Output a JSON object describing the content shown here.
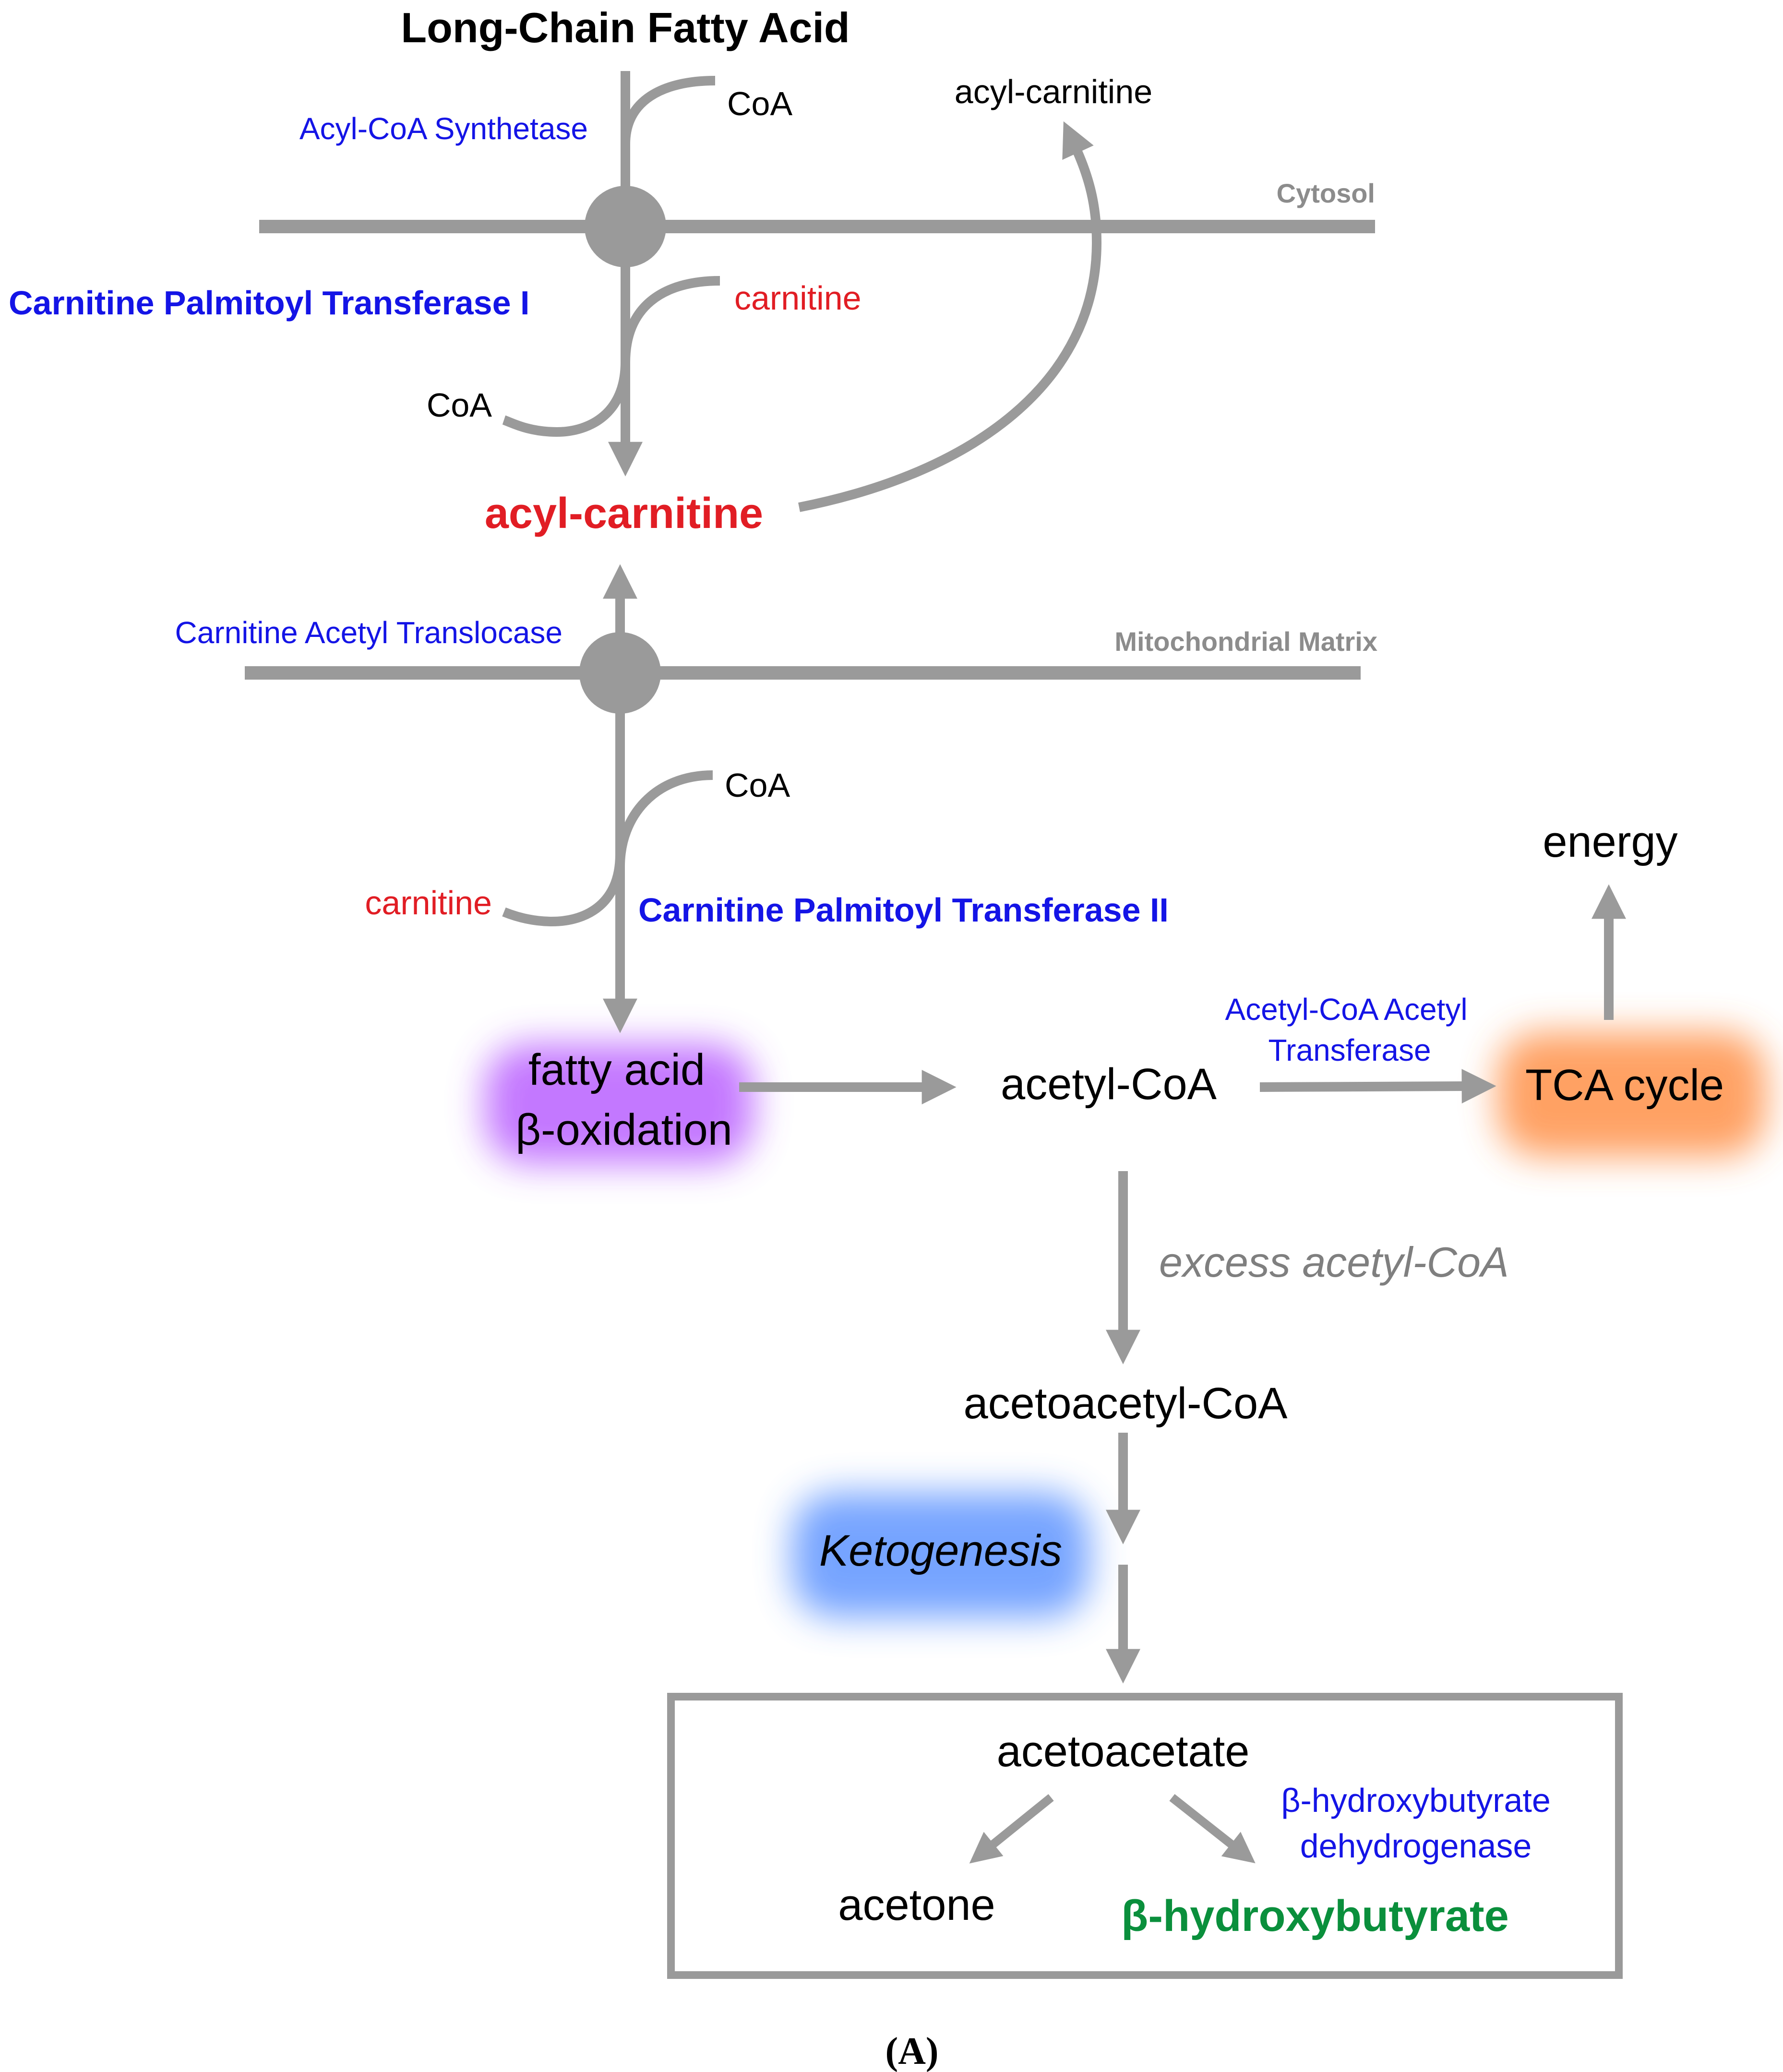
{
  "title": "Long-Chain Fatty Acid",
  "compartments": {
    "cytosol": "Cytosol",
    "matrix": "Mitochondrial Matrix"
  },
  "enzymes": {
    "acyl_coa_synthetase": "Acyl-CoA Synthetase",
    "cpt1": "Carnitine Palmitoyl Transferase I",
    "translocase": "Carnitine Acetyl Translocase",
    "cpt2": "Carnitine Palmitoyl Transferase II",
    "acat_line1": "Acetyl-CoA Acetyl",
    "acat_line2": "Transferase",
    "bdh_line1": "β-hydroxybutyrate",
    "bdh_line2": "dehydrogenase"
  },
  "metabolites": {
    "coa_top": "CoA",
    "acyl_carnitine_out": "acyl-carnitine",
    "carnitine_cpt1": "carnitine",
    "coa_cpt1": "CoA",
    "acyl_carnitine": "acyl-carnitine",
    "coa_cpt2": "CoA",
    "carnitine_cpt2": "carnitine",
    "beta_ox_line1": "fatty acid",
    "beta_ox_line2": "β-oxidation",
    "acetyl_coa": "acetyl-CoA",
    "tca_cycle": "TCA cycle",
    "energy": "energy",
    "excess": "excess acetyl-CoA",
    "acetoacetyl_coa": "acetoacetyl-CoA",
    "ketogenesis": "Ketogenesis",
    "acetoacetate": "acetoacetate",
    "acetone": "acetone",
    "bhb": "β-hydroxybutyrate"
  },
  "panel_label": "(A)",
  "colors": {
    "line": "#9a9a9a",
    "enzyme_blue": "#1414e6",
    "carnitine_red": "#e11d24",
    "bhb_green": "#0a8f3c",
    "beta_ox_glow": "#b04cff",
    "tca_glow": "#ff8a3d",
    "ketogenesis_glow": "#4a86ff"
  }
}
